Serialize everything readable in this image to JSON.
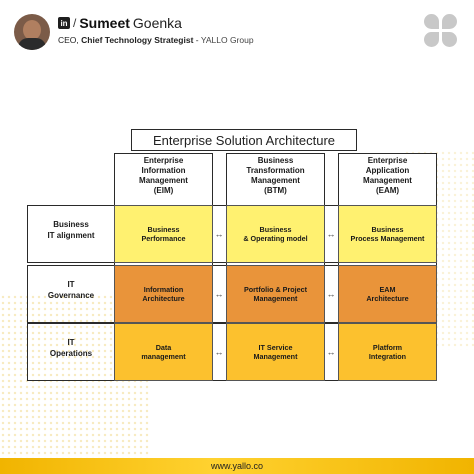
{
  "header": {
    "name_first": "Sumeet",
    "name_last": "Goenka",
    "separator": "/",
    "linkedin_glyph": "in",
    "title_prefix": "CEO, ",
    "title_bold": "Chief Technology Strategist",
    "title_suffix": " - ",
    "company": "YALLO Group"
  },
  "diagram": {
    "title": "Enterprise Solution Architecture",
    "columns": [
      "Enterprise\nInformation\nManagement\n(EIM)",
      "Business\nTransformation\nManagement\n(BTM)",
      "Enterprise\nApplication\nManagement\n(EAM)"
    ],
    "rows": [
      {
        "label": "Business\nIT alignment",
        "color": "#fff170",
        "cells": [
          "Business\nPerformance",
          "Business\n& Operating model",
          "Business\nProcess Management"
        ]
      },
      {
        "label": "IT\nGovernance",
        "color": "#e9943a",
        "cells": [
          "Information\nArchitecture",
          "Portfolio & Project\nManagement",
          "EAM\nArchitecture"
        ]
      },
      {
        "label": "IT\nOperations",
        "color": "#fcc12e",
        "cells": [
          "Data\nmanagement",
          "IT Service\nManagement",
          "Platform\nIntegration"
        ]
      }
    ],
    "arrow_glyph": "↔"
  },
  "footer": {
    "url": "www.yallo.co"
  },
  "colors": {
    "accent": "#ffc600",
    "border": "#2a2a2a"
  }
}
